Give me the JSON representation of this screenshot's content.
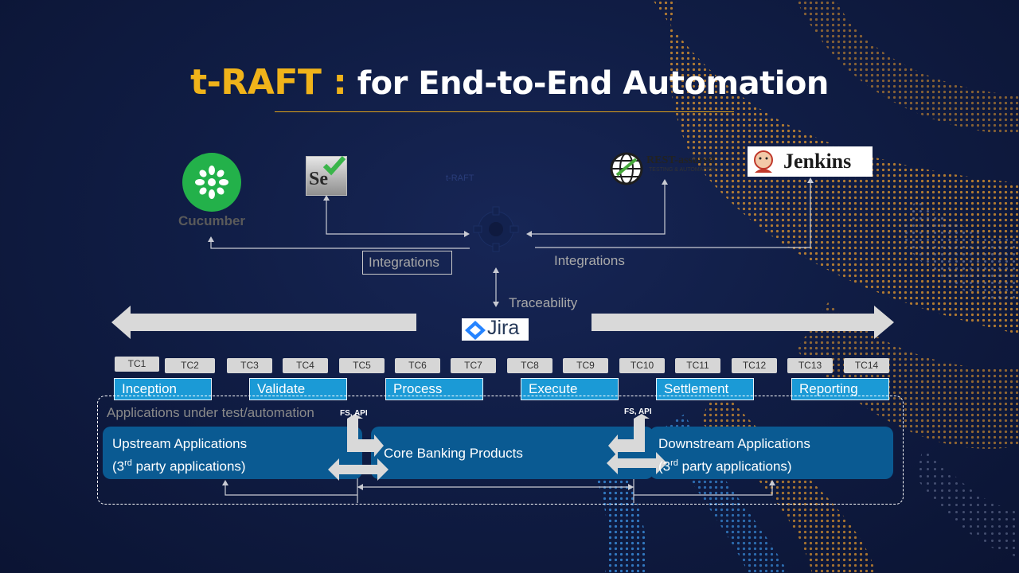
{
  "title": {
    "brand": "t-RAFT :",
    "rest": "for End-to-End Automation"
  },
  "tools": {
    "cucumber": "Cucumber",
    "selenium": "Se",
    "rest_assured": "REST-assured",
    "rest_assured_tagline": "TESTING & AUTOMATION",
    "jenkins": "Jenkins",
    "jira": "Jira",
    "center_faint": "t-RAFT"
  },
  "labels": {
    "integrations_left": "Integrations",
    "integrations_right": "Integrations",
    "traceability": "Traceability"
  },
  "test_cases": [
    "TC1",
    "TC2",
    "TC3",
    "TC4",
    "TC5",
    "TC6",
    "TC7",
    "TC8",
    "TC9",
    "TC10",
    "TC11",
    "TC12",
    "TC13",
    "TC14"
  ],
  "stages": [
    "Inception",
    "Validate",
    "Process",
    "Execute",
    "Settlement",
    "Reporting"
  ],
  "apps": {
    "region_title": "Applications under test/automation",
    "upstream_line1": "Upstream Applications",
    "upstream_line2_pre": "(3",
    "upstream_line2_sup": "rd",
    "upstream_line2_post": " party applications)",
    "core": "Core Banking Products",
    "downstream_line1": "Downstream Applications",
    "downstream_line2_pre": "(3",
    "downstream_line2_sup": "rd",
    "downstream_line2_post": " party applications)",
    "left_conn_label": "FS, API",
    "right_conn_label": "FS, API"
  },
  "colors": {
    "brand": "#f0b31a",
    "stage_blue": "#1b9ad6",
    "block_blue": "#0a5a92",
    "tc_gray": "#d6d6d6",
    "arrow_gray": "#d9d9d9"
  }
}
